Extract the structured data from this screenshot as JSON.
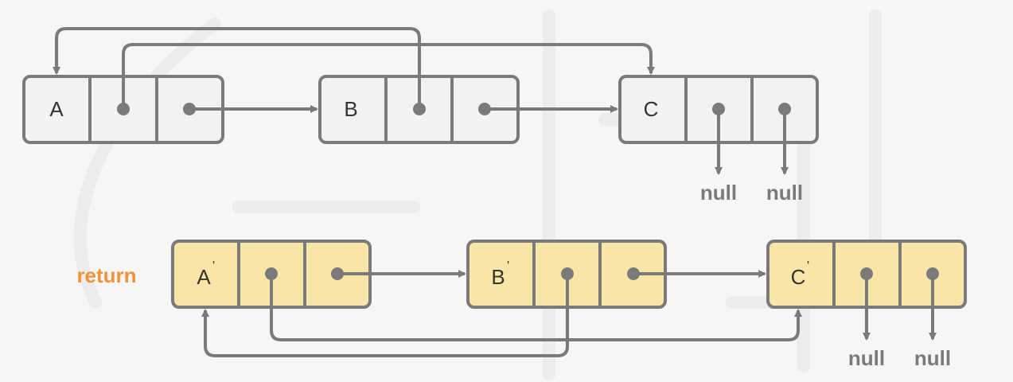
{
  "original": {
    "nodes": [
      {
        "label": "A",
        "prime": ""
      },
      {
        "label": "B",
        "prime": ""
      },
      {
        "label": "C",
        "prime": ""
      }
    ],
    "nulls": [
      "null",
      "null"
    ]
  },
  "copy": {
    "label": "return",
    "nodes": [
      {
        "label": "A",
        "prime": "'"
      },
      {
        "label": "B",
        "prime": "'"
      },
      {
        "label": "C",
        "prime": "'"
      }
    ],
    "nulls": [
      "null",
      "null"
    ]
  },
  "colors": {
    "background": "#f6f6f6",
    "original_fill": "#f2f2f2",
    "copy_fill": "#f9e5a6",
    "stroke": "#7a7a7a",
    "return_label": "#f0923a"
  }
}
